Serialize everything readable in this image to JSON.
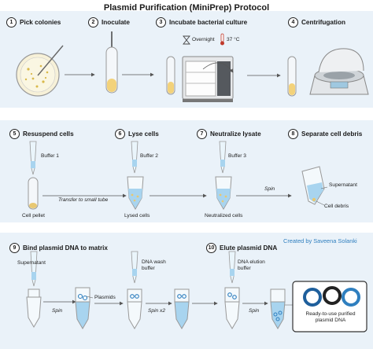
{
  "title": "Plasmid  Purification (MiniPrep) Protocol",
  "credit": "Created by Saveena Solanki",
  "colors": {
    "panel": "#eaf2f9",
    "accent": "#2f7fbf",
    "liquid": "#f3d27a",
    "liquid_blue": "#a8d4ef",
    "cell_pellet": "#e8c872"
  },
  "steps": [
    {
      "num": "1",
      "label": "Pick colonies"
    },
    {
      "num": "2",
      "label": "Inoculate"
    },
    {
      "num": "3",
      "label": "Incubate bacterial culture"
    },
    {
      "num": "4",
      "label": "Centrifugation"
    },
    {
      "num": "5",
      "label": "Resuspend cells"
    },
    {
      "num": "6",
      "label": "Lyse cells"
    },
    {
      "num": "7",
      "label": "Neutralize lysate"
    },
    {
      "num": "8",
      "label": "Separate cell debris"
    },
    {
      "num": "9",
      "label": "Bind plasmid DNA to matrix"
    },
    {
      "num": "10",
      "label": "Elute plasmid DNA"
    }
  ],
  "labels": {
    "overnight": "Overnight",
    "temperature": "37 °C",
    "buffer1": "Buffer 1",
    "buffer2": "Buffer 2",
    "buffer3": "Buffer 3",
    "cell_pellet": "Cell pellet",
    "transfer": "Transfer to small tube",
    "lysed": "Lysed cells",
    "neutralized": "Neutralized cells",
    "spin": "Spin",
    "supernatant": "Supernatant",
    "cell_debris": "Cell debris",
    "supernatant2": "Supernatant",
    "plasmids": "Plasmids",
    "dna_wash": "DNA wash\nbuffer",
    "spin_x2": "Spin x2",
    "dna_elution": "DNA elution\nbuffer",
    "ready": "Ready-to-use purified\nplasmid DNA"
  }
}
